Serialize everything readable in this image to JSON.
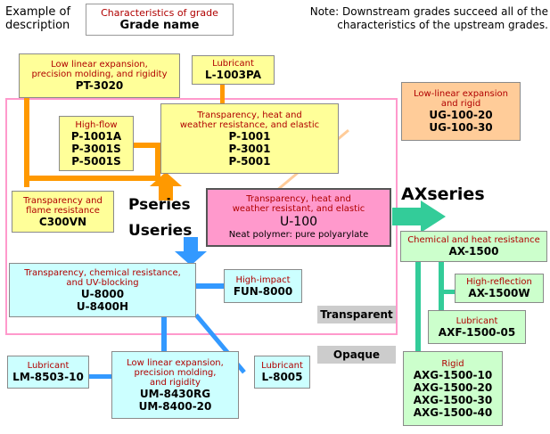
{
  "legend": {
    "example_label": "Example of\ndescription",
    "characteristics_label": "Characteristics of grade",
    "grade_label": "Grade name",
    "note": "Note: Downstream grades succeed all of the\ncharacteristics of the upstream grades."
  },
  "series": {
    "p": "Pseries",
    "u": "Useries",
    "ax": "AXseries"
  },
  "regions": {
    "transparent": "Transparent",
    "opaque": "Opaque"
  },
  "nodes": {
    "pt3020": {
      "chr": "Low linear expansion,\nprecision molding, and rigidity",
      "name": "PT-3020"
    },
    "l1003pa": {
      "chr": "Lubricant",
      "name": "L-1003PA"
    },
    "highflow": {
      "chr": "High-flow",
      "name": "P-1001A\nP-3001S\nP-5001S"
    },
    "p1001": {
      "chr": "Transparency, heat and\nweather resistance, and elastic",
      "name": "P-1001\nP-3001\nP-5001"
    },
    "c300vn": {
      "chr": "Transparency and\nflame resistance",
      "name": "C300VN"
    },
    "u100": {
      "chr": "Transparency, heat and\nweather resistant, and elastic",
      "name": "U-100",
      "sub": "Neat polymer: pure polyarylate"
    },
    "ug100": {
      "chr": "Low-linear expansion\nand rigid",
      "name": "UG-100-20\nUG-100-30"
    },
    "ax1500": {
      "chr": "Chemical and heat resistance",
      "name": "AX-1500"
    },
    "ax1500w": {
      "chr": "High-reflection",
      "name": "AX-1500W"
    },
    "axf": {
      "chr": "Lubricant",
      "name": "AXF-1500-05"
    },
    "axg": {
      "chr": "Rigid",
      "name": "AXG-1500-10\nAXG-1500-20\nAXG-1500-30\nAXG-1500-40"
    },
    "u8000": {
      "chr": "Transparency, chemical resistance,\nand UV-blocking",
      "name": "U-8000\nU-8400H"
    },
    "fun8000": {
      "chr": "High-impact",
      "name": "FUN-8000"
    },
    "lm8503": {
      "chr": "Lubricant",
      "name": "LM-8503-10"
    },
    "um8430": {
      "chr": "Low linear expansion,\nprecision molding,\nand rigidity",
      "name": "UM-8430RG\nUM-8400-20"
    },
    "l8005": {
      "chr": "Lubricant",
      "name": "L-8005"
    }
  },
  "colors": {
    "orange_line": "#ff9900",
    "blue_line": "#3399ff",
    "green_line": "#33cc99",
    "yellow_box": "#ffff99",
    "cyan_box": "#ccffff",
    "green_box": "#ccffcc",
    "pink_box": "#ff99cc",
    "peach_box": "#ffcc99",
    "pink_frame": "#ff99cc"
  }
}
